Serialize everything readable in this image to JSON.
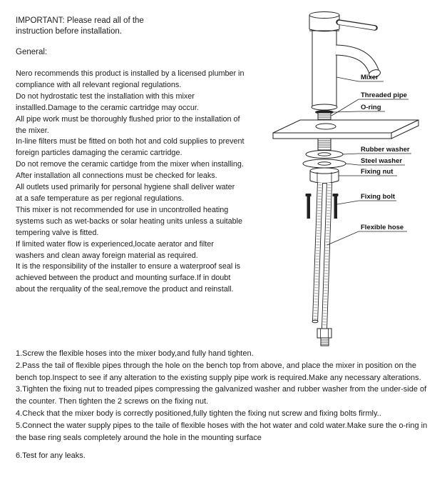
{
  "notice": {
    "important": "IMPORTANT: Please read all of the\ninstruction before installation.",
    "general": "General:"
  },
  "general_text": {
    "lines": [
      "Nero recommends this product is installed by a licensed plumber in",
      "compliance with all relevant regional regulations.",
      "Do not hydrostatic test the installation with this mixer",
      "installled.Damage to the ceramic cartridge may occur.",
      "All pipe work must be thoroughly flushed prior to the installation of",
      "the mixer.",
      "In-line filters must be fitted on both hot and cold supplies to prevent",
      "foreign particles damaging the ceramic cartridge.",
      "Do not remove the ceramic cartidge from the mixer when installing.",
      "After installation all connections must be checked for leaks.",
      "All outlets used primarily for personal hygiene shall deliver water",
      "at a safe temperature as per regional regulations.",
      "This mixer is not recommended for use in uncontrolled heating",
      "systems such as wet-backs or solar heating units unless a suitable",
      "tempering valve is fitted.",
      "If limited water flow is experienced,locate aerator and filter",
      "washers and clean away foreign material as required.",
      "It is the responsibility of the installer to ensure a waterproof seal is",
      "achieved between the product and mounting surface.If in doubt",
      "about the rerquality of the seal,remove the product and reinstall."
    ]
  },
  "diagram": {
    "labels": [
      "Mixer",
      "Threaded pipe",
      "O-ring",
      "Rubber washer",
      "Steel washer",
      "Fixing nut",
      "Fixing bolt",
      "Flexible hose"
    ]
  },
  "steps": {
    "items": [
      "1.Screw the flexible hoses into the mixer body,and fully hand tighten.",
      "2.Pass the tail of flexible pipes through the hole on the bench top from above, and place the mixer in position on the bench top.Inspect to see if any alteration to the existing supply pipe work is required.Make any necessary alterations.",
      "3.Tighten the fixing nut to treaded pipes compressing the galvanized washer and rubber washer from the under-side of the counter. Then tighten the 2 screws on the fixing nut.",
      "4.Check that the mixer body is correctly positioned,fully tighten the fixing nut screw and fixing bolts firmly..",
      "5.Connect the water supply pipes to the taile of flexible hoses with the hot water and cold water.Make sure the o-ring in the base ring seals completely around the hole in the mounting surface",
      "6.Test for any leaks."
    ]
  }
}
